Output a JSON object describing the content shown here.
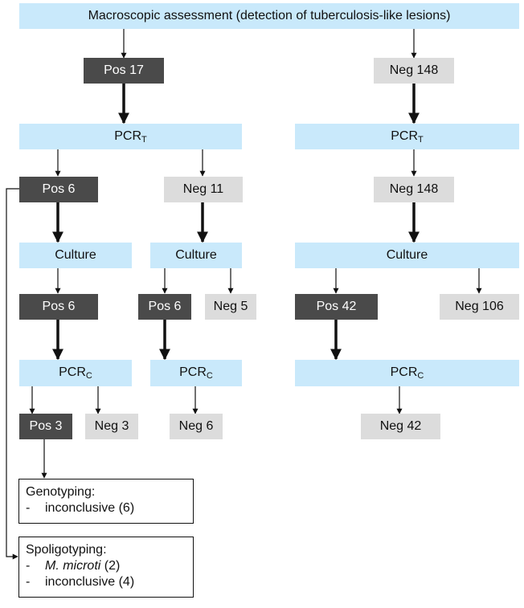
{
  "title": "Macroscopic assessment (detection of tuberculosis-like lesions)",
  "left": {
    "macro": "Pos 17",
    "pcrt": {
      "base": "PCR",
      "sub": "T"
    },
    "pcrt_pos": "Pos 6",
    "pcrt_neg": "Neg 11",
    "a": {
      "culture": "Culture",
      "culture_pos": "Pos 6",
      "pcrc": {
        "base": "PCR",
        "sub": "C"
      },
      "pcrc_pos": "Pos 3",
      "pcrc_neg": "Neg 3"
    },
    "b": {
      "culture": "Culture",
      "culture_pos": "Pos 6",
      "culture_neg": "Neg 5",
      "pcrc": {
        "base": "PCR",
        "sub": "C"
      },
      "pcrc_neg": "Neg 6"
    }
  },
  "right": {
    "macro": "Neg 148",
    "pcrt": {
      "base": "PCR",
      "sub": "T"
    },
    "pcrt_neg": "Neg 148",
    "culture": "Culture",
    "culture_pos": "Pos 42",
    "culture_neg": "Neg 106",
    "pcrc": {
      "base": "PCR",
      "sub": "C"
    },
    "pcrc_neg": "Neg 42"
  },
  "genotyping": {
    "heading": "Genotyping:",
    "items": [
      {
        "bullet": "-",
        "text": "inconclusive (6)"
      }
    ]
  },
  "spoligotyping": {
    "heading": "Spoligotyping:",
    "items": [
      {
        "bullet": "-",
        "species": "M. microti",
        "count": "(2)"
      },
      {
        "bullet": "-",
        "text": "inconclusive (4)"
      }
    ]
  },
  "colors": {
    "node_blue": "#c9e9fb",
    "pos_dark": "#4a4a4a",
    "neg_light": "#dcdcdc"
  }
}
